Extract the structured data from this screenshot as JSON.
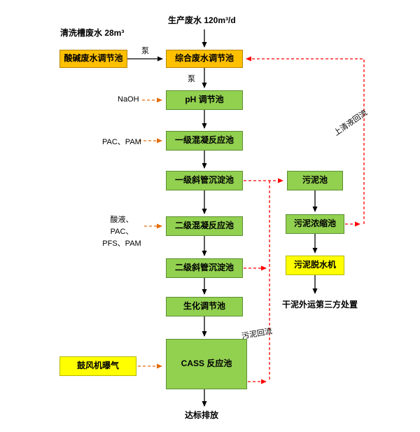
{
  "sources": {
    "production": "生产废水 120m³/d",
    "cleaning": "清洗槽废水 28m³"
  },
  "boxes": {
    "acid_alkali": "酸碱废水调节池",
    "comprehensive": "综合废水调节池",
    "ph": "pH 调节池",
    "coag1": "一级混凝反应池",
    "sed1": "一级斜管沉淀池",
    "coag2": "二级混凝反应池",
    "sed2": "二级斜管沉淀池",
    "biochem": "生化调节池",
    "cass": "CASS 反应池",
    "sludge_tank": "污泥池",
    "sludge_thickener": "污泥浓缩池",
    "sludge_dewater": "污泥脱水机",
    "blower": "鼓风机曝气"
  },
  "labels": {
    "pump": "泵",
    "naoh": "NaOH",
    "dose1": "PAC、PAM",
    "dose2_line1": "酸液、PAC、",
    "dose2_line2": "PFS、PAM",
    "supernatant_return": "上清液回流",
    "sludge_return": "污泥回流",
    "dry_sludge": "干泥外运第三方处置",
    "discharge": "达标排放"
  },
  "colors": {
    "process_box": "#92D050",
    "equalization_box": "#FFC000",
    "equipment_box": "#FFFF00",
    "main_flow_line": "#000000",
    "sludge_line": "#FF0000",
    "dosing_line": "#E36C0A"
  }
}
